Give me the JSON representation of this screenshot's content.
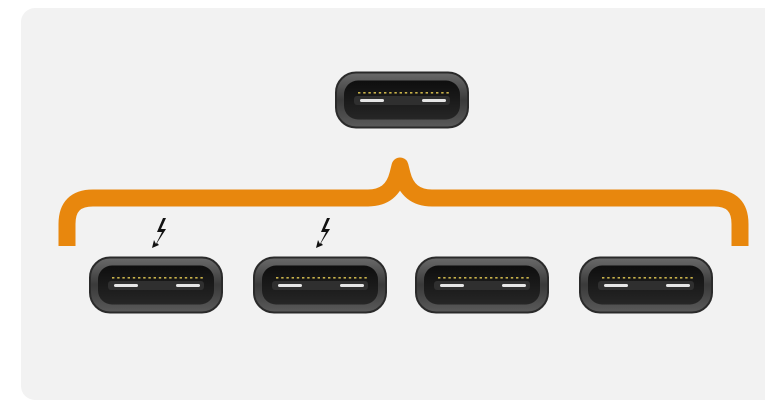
{
  "diagram": {
    "accent_color": "#e8870d",
    "panel_color": "#f2f2f2",
    "port_shell_color": "#3a3a3a",
    "port_inner_color": "#1c1c1c",
    "contact_color": "#c9b24a",
    "pin_color": "#e6e6e6",
    "thunderbolt_icon": "lightning-bolt-icon",
    "source_port": {
      "name": "usb-c-port-host"
    },
    "downstream_ports": [
      {
        "name": "usb-c-port-1",
        "thunderbolt": true
      },
      {
        "name": "usb-c-port-2",
        "thunderbolt": true
      },
      {
        "name": "usb-c-port-3",
        "thunderbolt": false
      },
      {
        "name": "usb-c-port-4",
        "thunderbolt": false
      }
    ]
  }
}
